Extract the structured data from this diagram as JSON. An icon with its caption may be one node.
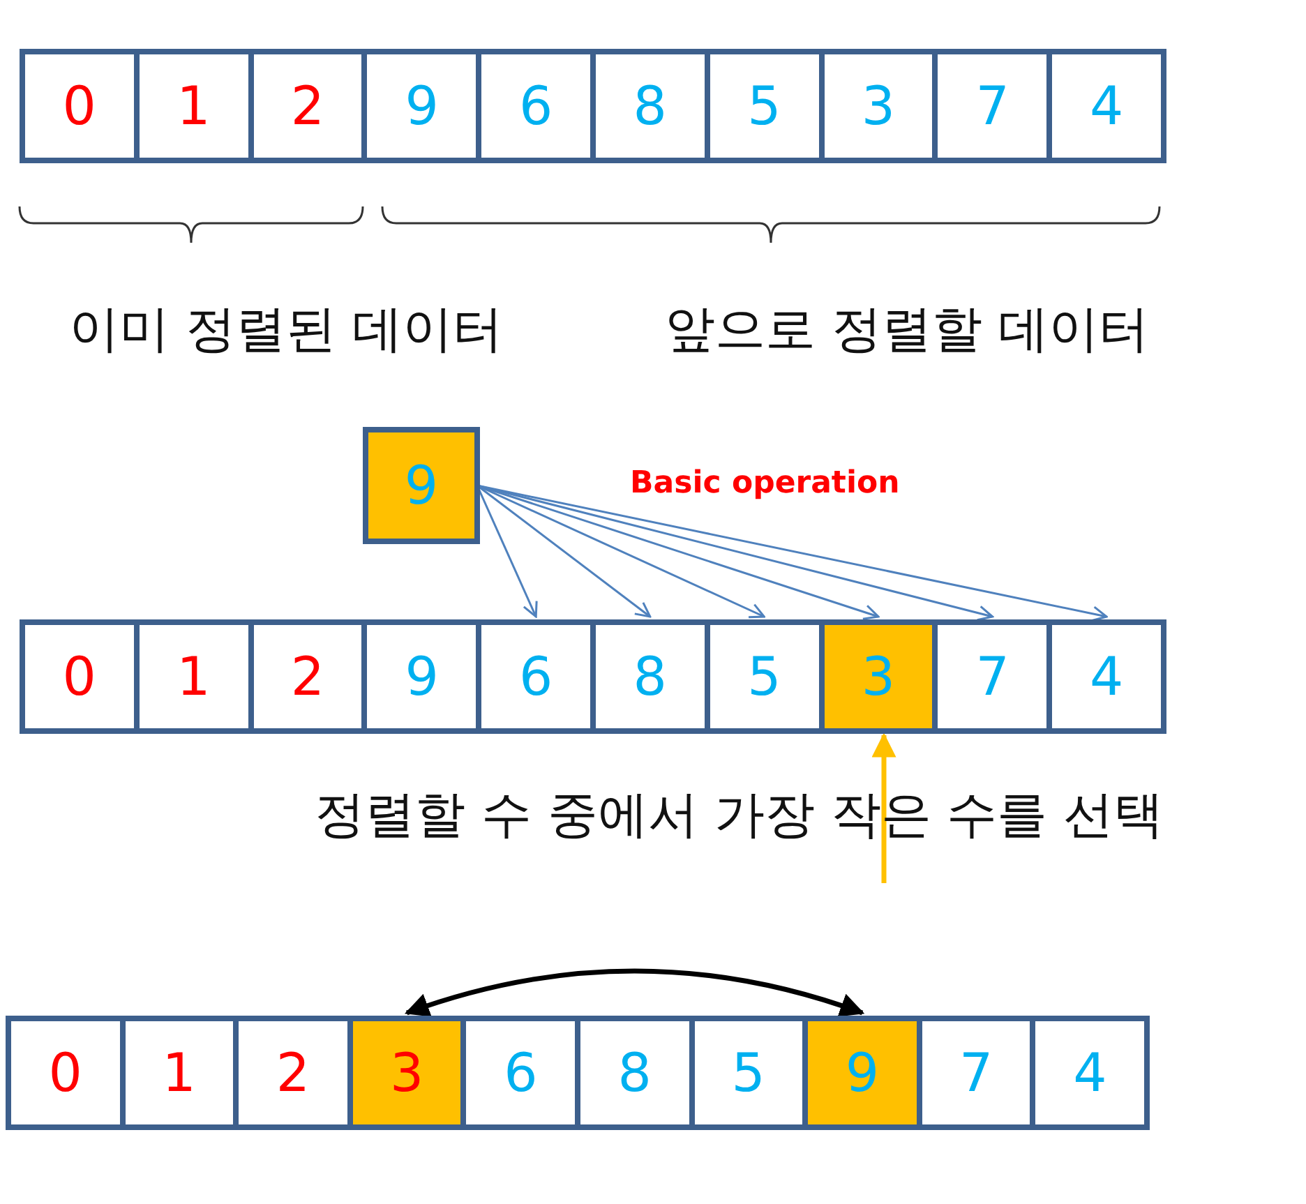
{
  "diagram": {
    "nodes": [
      {
        "text": [
          "0"
        ]
      },
      {
        "text": [
          "1"
        ]
      },
      {
        "text": [
          "2"
        ]
      },
      {
        "text": [
          "9"
        ]
      },
      {
        "text": [
          "6"
        ]
      },
      {
        "text": [
          "8"
        ]
      },
      {
        "text": [
          "5"
        ]
      },
      {
        "text": [
          "3"
        ]
      },
      {
        "text": [
          "7"
        ]
      },
      {
        "text": [
          "4"
        ]
      },
      {
        "text": [
          "9"
        ]
      },
      {
        "text": [
          "0"
        ]
      },
      {
        "text": [
          "1"
        ]
      },
      {
        "text": [
          "2"
        ]
      },
      {
        "text": [
          "9"
        ]
      },
      {
        "text": [
          "6"
        ]
      },
      {
        "text": [
          "8"
        ]
      },
      {
        "text": [
          "5"
        ]
      },
      {
        "text": [
          "3"
        ]
      },
      {
        "text": [
          "7"
        ]
      },
      {
        "text": [
          "4"
        ]
      },
      {
        "text": [
          "0"
        ]
      },
      {
        "text": [
          "1"
        ]
      },
      {
        "text": [
          "2"
        ]
      },
      {
        "text": [
          "3"
        ]
      },
      {
        "text": [
          "6"
        ]
      },
      {
        "text": [
          "8"
        ]
      },
      {
        "text": [
          "5"
        ]
      },
      {
        "text": [
          "9"
        ]
      },
      {
        "text": [
          "7"
        ]
      },
      {
        "text": [
          "4"
        ]
      }
    ],
    "edges": [
      {
        "from": 10,
        "to": 15,
        "arrow": "to"
      },
      {
        "from": 10,
        "to": 16,
        "arrow": "to"
      },
      {
        "from": 10,
        "to": 17,
        "arrow": "to"
      },
      {
        "from": 10,
        "to": 18,
        "arrow": "to"
      },
      {
        "from": 10,
        "to": 19,
        "arrow": "to"
      },
      {
        "from": 10,
        "to": 20,
        "arrow": "to"
      },
      {
        "from": null,
        "to": 18,
        "arrow": "to",
        "style": "thick",
        "color": "#ffc000"
      },
      {
        "from": 24,
        "to": 28,
        "arrow": "both",
        "style": "thick",
        "color": "#000000"
      }
    ],
    "labels": [
      "이미 정렬된 데이터",
      "앞으로 정렬할 데이터",
      "Basic operation",
      "정렬할 수 중에서 가장 작은 수를 선택"
    ]
  }
}
